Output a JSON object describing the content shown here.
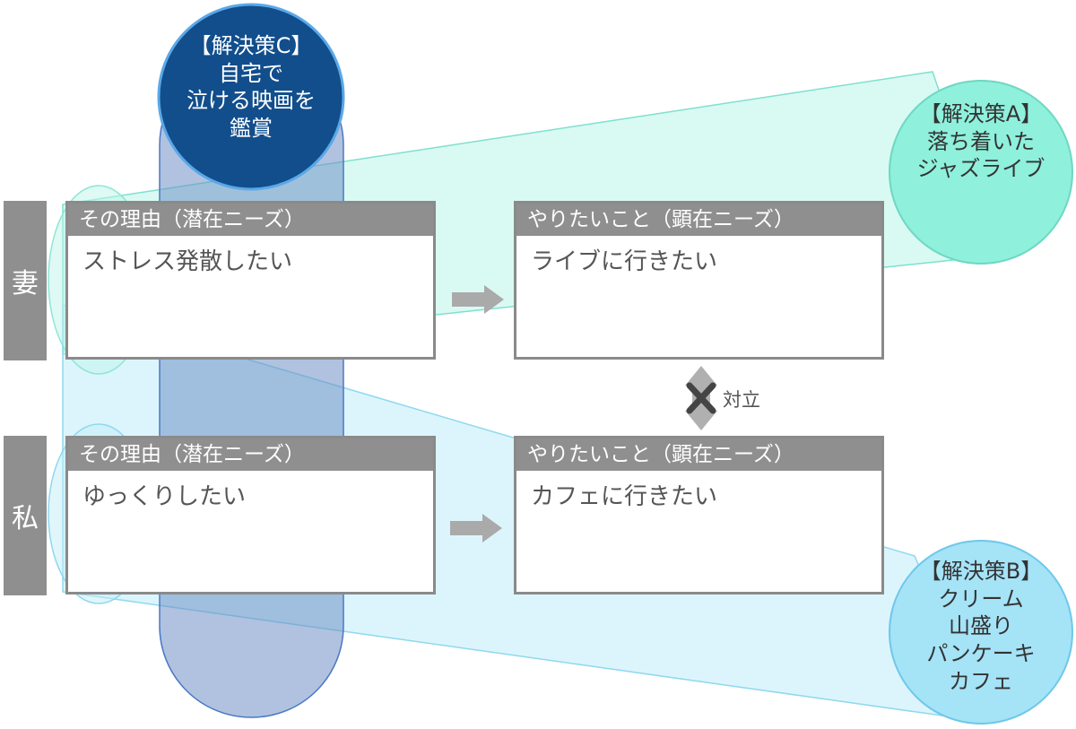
{
  "rows": [
    {
      "side_label": "妻",
      "reason": {
        "header": "その理由（潜在ニーズ）",
        "body": "ストレス発散したい"
      },
      "want": {
        "header": "やりたいこと（顕在ニーズ）",
        "body": "ライブに行きたい"
      }
    },
    {
      "side_label": "私",
      "reason": {
        "header": "その理由（潜在ニーズ）",
        "body": "ゆっくりしたい"
      },
      "want": {
        "header": "やりたいこと（顕在ニーズ）",
        "body": "カフェに行きたい"
      }
    }
  ],
  "conflict": {
    "label": "対立"
  },
  "solutions": {
    "a": {
      "lines": [
        "【解決策A】",
        "落ち着いた",
        "ジャズライブ"
      ],
      "color": "#8ff0dc"
    },
    "b": {
      "lines": [
        "【解決策B】",
        "クリーム",
        "山盛り",
        "パンケーキ",
        "カフェ"
      ],
      "color": "#a5e3f7"
    },
    "c": {
      "lines": [
        "【解決策C】",
        "自宅で",
        "泣ける映画を",
        "鑑賞"
      ],
      "color": "#124e8c"
    }
  }
}
